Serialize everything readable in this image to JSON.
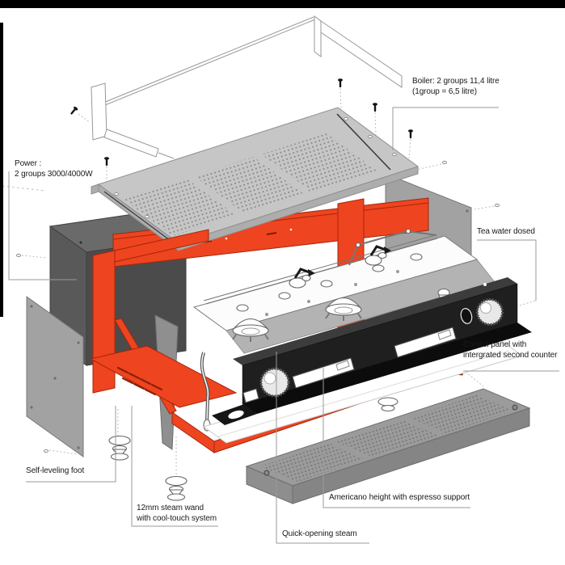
{
  "annotations": {
    "power": {
      "line1": "Power :",
      "line2": "2 groups 3000/4000W"
    },
    "boiler": {
      "line1": "Boiler: 2 groups 11,4 litre",
      "line2": "(1group = 6,5 litre)"
    },
    "tea_water": {
      "text": "Tea water dosed"
    },
    "control_panel": {
      "line1": "Control panel with",
      "line2": "intergrated second counter"
    },
    "self_leveling_foot": {
      "text": "Self-leveling foot"
    },
    "steam_wand": {
      "line1": "12mm steam wand",
      "line2": "with cool-touch system"
    },
    "americano": {
      "text": "Americano height with espresso support"
    },
    "quick_steam": {
      "text": "Quick-opening steam"
    }
  },
  "colors": {
    "chassis_orange": "#EE4420",
    "control_panel_black": "#1F1F1F",
    "lid_gray": "#C6C6C6",
    "electronics_box_gray": "#595959",
    "side_panel_gray": "#A2A2A2",
    "drip_tray_gray": "#9B9B9B",
    "label_text": "#1A1A1A",
    "leader_line": "#9A9A9A"
  }
}
